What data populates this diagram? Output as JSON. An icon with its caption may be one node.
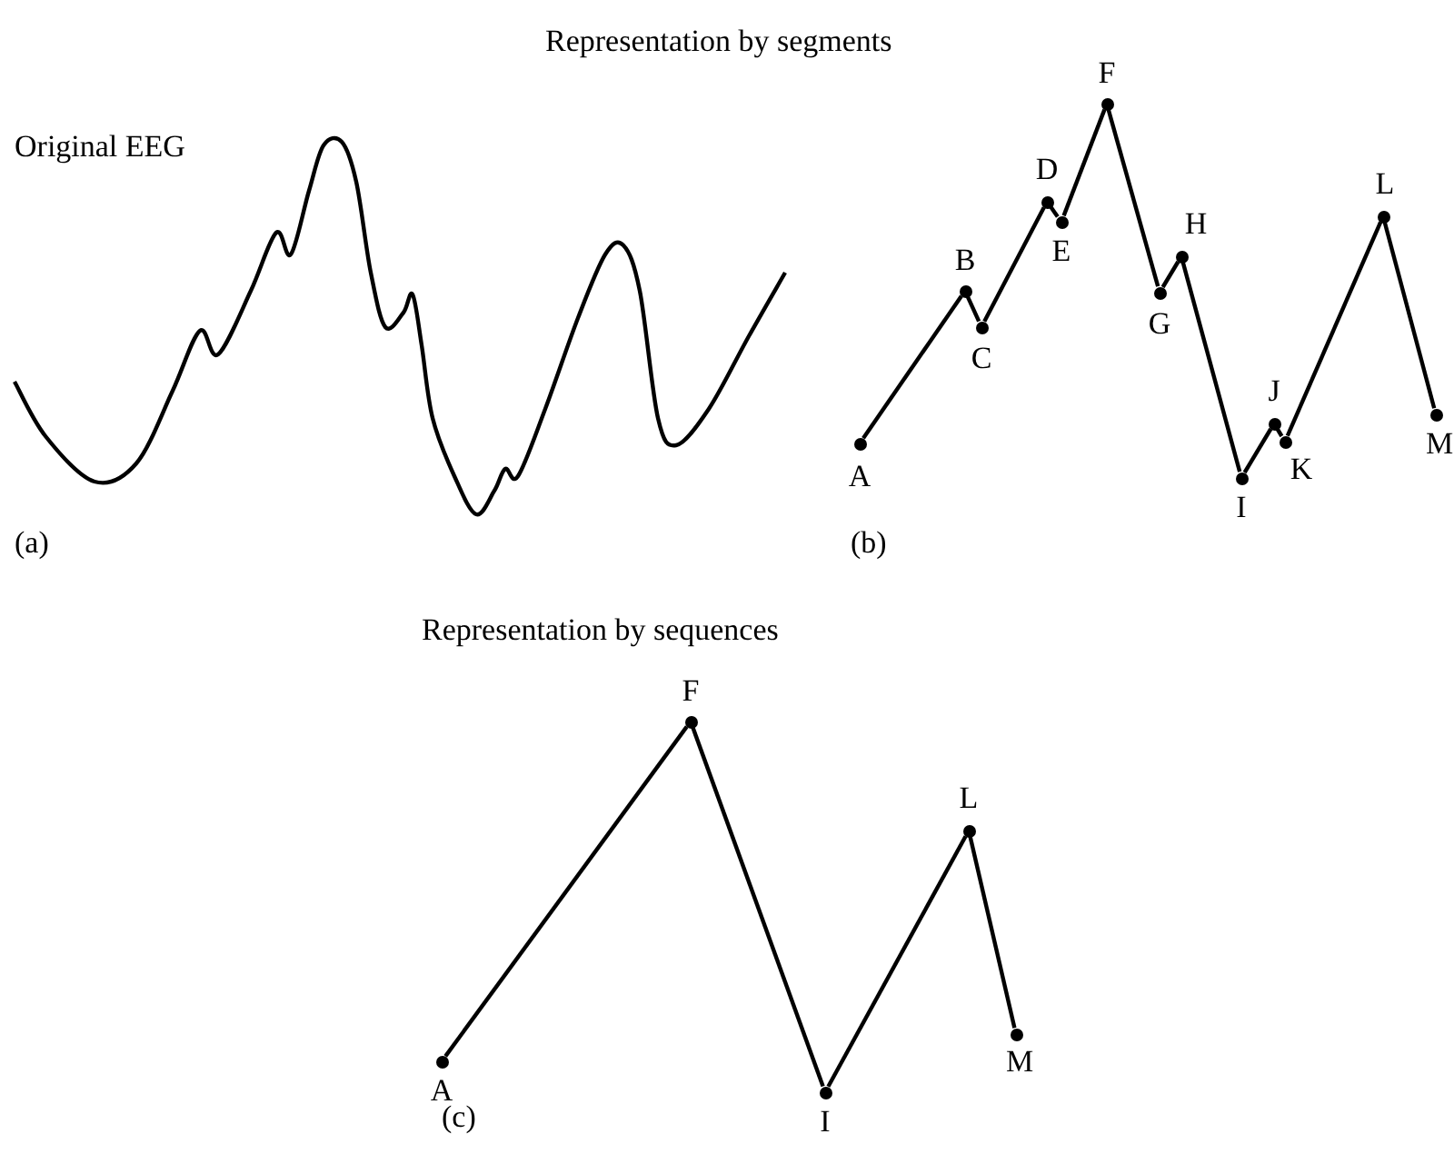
{
  "diagram": {
    "nodes": [
      {
        "text": [
          "A"
        ]
      },
      {
        "text": [
          "B"
        ]
      },
      {
        "text": [
          "C"
        ]
      },
      {
        "text": [
          "D"
        ]
      },
      {
        "text": [
          "E"
        ]
      },
      {
        "text": [
          "F"
        ]
      },
      {
        "text": [
          "G"
        ]
      },
      {
        "text": [
          "H"
        ]
      },
      {
        "text": [
          "I"
        ]
      },
      {
        "text": [
          "J"
        ]
      },
      {
        "text": [
          "K"
        ]
      },
      {
        "text": [
          "L"
        ]
      },
      {
        "text": [
          "M"
        ]
      },
      {
        "text": [
          "A"
        ]
      },
      {
        "text": [
          "F"
        ]
      },
      {
        "text": [
          "I"
        ]
      },
      {
        "text": [
          "L"
        ]
      },
      {
        "text": [
          "M"
        ]
      }
    ],
    "edges": [
      {
        "from": 0,
        "to": 1,
        "arrow": "none"
      },
      {
        "from": 1,
        "to": 2,
        "arrow": "none"
      },
      {
        "from": 2,
        "to": 3,
        "arrow": "none"
      },
      {
        "from": 3,
        "to": 4,
        "arrow": "none"
      },
      {
        "from": 4,
        "to": 5,
        "arrow": "none"
      },
      {
        "from": 5,
        "to": 6,
        "arrow": "none"
      },
      {
        "from": 6,
        "to": 7,
        "arrow": "none"
      },
      {
        "from": 7,
        "to": 8,
        "arrow": "none"
      },
      {
        "from": 8,
        "to": 9,
        "arrow": "none"
      },
      {
        "from": 9,
        "to": 10,
        "arrow": "none"
      },
      {
        "from": 10,
        "to": 11,
        "arrow": "none"
      },
      {
        "from": 11,
        "to": 12,
        "arrow": "none"
      },
      {
        "from": 13,
        "to": 14,
        "arrow": "none"
      },
      {
        "from": 14,
        "to": 15,
        "arrow": "none"
      },
      {
        "from": 15,
        "to": 16,
        "arrow": "none"
      },
      {
        "from": 16,
        "to": 17,
        "arrow": "none"
      }
    ],
    "labels": [
      "Original EEG",
      "Representation by segments",
      "(a)",
      "(b)",
      "Representation by sequences",
      "(c)"
    ]
  }
}
